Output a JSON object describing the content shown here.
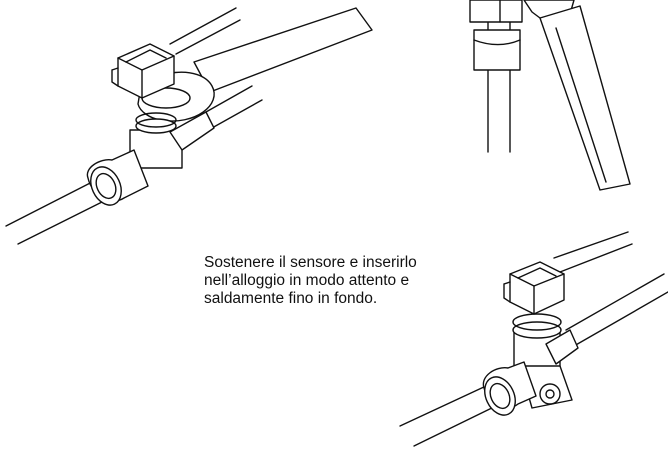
{
  "instruction": {
    "lines": [
      "Sostenere il sensore e inserirlo",
      "nell’alloggio in modo attento e",
      "saldamente fino in fondo."
    ]
  },
  "illustrations": {
    "wrench_on_fitting": {
      "icon": "wrench-on-tee-fitting"
    },
    "wrench_side_view": {
      "icon": "wrench-side-view"
    },
    "installed_sensor": {
      "icon": "installed-sensor-tee"
    }
  }
}
